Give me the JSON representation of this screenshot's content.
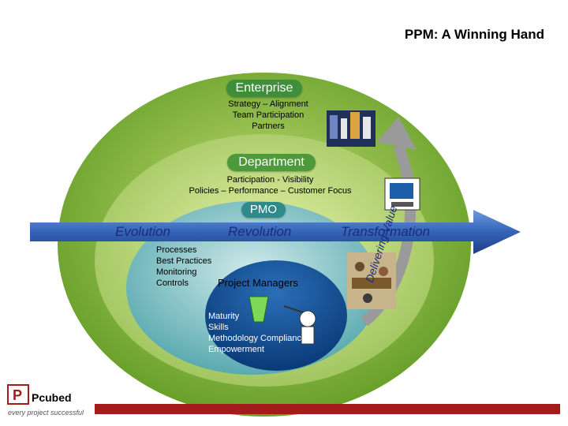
{
  "title": "PPM: A Winning Hand",
  "enterprise": {
    "label": "Enterprise",
    "lines": [
      "Strategy – Alignment",
      "Team Participation",
      "Partners"
    ]
  },
  "department": {
    "label": "Department",
    "lines": [
      "Participation - Visibility",
      "Policies – Performance – Customer Focus"
    ]
  },
  "pmo": {
    "label": "PMO",
    "lines": [
      "Processes",
      "Best Practices",
      "Monitoring",
      "Controls"
    ]
  },
  "arrow": {
    "evolution": "Evolution",
    "revolution": "Revolution",
    "transformation": "Transformation"
  },
  "project_managers": {
    "label": "Project Managers",
    "lines": [
      "Maturity",
      "Skills",
      "Methodology Compliance",
      "Empowerment"
    ]
  },
  "curve_label": "Delivering Value",
  "logo": {
    "name": "Pcubed",
    "tagline": "every project successful"
  },
  "colors": {
    "enterprise_green": "#6fa82a",
    "department_green": "#a9cf6a",
    "pmo_teal": "#7dbfbf",
    "pm_blue": "#0d4a8e",
    "arrow_blue": "#3a6bc4",
    "accent_red": "#a31b1b"
  }
}
